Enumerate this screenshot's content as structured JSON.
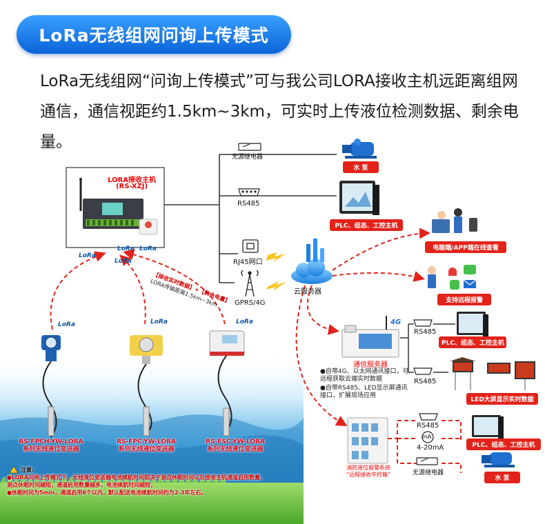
{
  "title": "LoRa无线组网问询上传模式",
  "intro": "LoRa无线组网“问询上传模式”可与我公司LORA接收主机远距离组网通信，通信视距约1.5km~3km，可实时上传液位检测数据、剩余电量。",
  "receiver": {
    "name": "LORA接收主机",
    "model": "(RS-XZJ)"
  },
  "outputs": {
    "relay": "无源继电器",
    "rs485": "RS485",
    "rj45": "RJ45网口",
    "gprs": "GPRS/4G"
  },
  "badges": {
    "pump": "水 泵",
    "plc": "PLC、组态、工控主机",
    "pc_app": "电脑端/APP端在线查看",
    "alarm": "支持远程报警",
    "led": "LED大屏显示实时数据",
    "plc2": "PLC、组态、工控主机",
    "plc3": "PLC、组态、工控主机",
    "pump2": "水 泵"
  },
  "cloud": "云服务器",
  "comm_server": {
    "name": "通信服务器",
    "badge_4g": "4G",
    "rs485_a": "RS485",
    "rs485_b": "RS485",
    "feature1": "●自带4G、以太网通讯接口，可远程获取云端实时数据",
    "feature2": "●自带RS485、LED显示屏通讯接口，扩展现场应用"
  },
  "alarm_cabinet": {
    "name": "消防液位报警系统\n“远程接收中控箱”",
    "rs485": "RS485",
    "ma_symbol": "mA",
    "ma_label": "4-20mA",
    "relay": "无源继电器"
  },
  "lora_link": {
    "label1": "【接收实时数据】+【剩余电量】",
    "label2": "LORA传输距离1.5km~3km"
  },
  "lora_logos": [
    "LoRa",
    "LoRa",
    "LoRa",
    "LoRa",
    "LoRa",
    "LoRa",
    "LoRa"
  ],
  "sensors": [
    {
      "model": "RS-FPCH-YW-LORA",
      "desc": "系列无线液位变送器"
    },
    {
      "model": "RS-FPC-YW-LORA",
      "desc": "系列无线液位变送器"
    },
    {
      "model": "RS-FSC-YW-LORA",
      "desc": "系列无线液位变送器"
    }
  ],
  "notes": {
    "title": "注意:",
    "line1": "●LORA问询上传模式下，无线液位变送器电池续航时间取决于测点休眠时间以及接收主机通道启用数量，测点休眠时间越短，通道启用数量越多，电池续航时间越短；",
    "line2": "●休眠时间为5min，通道启用6个以内，默认配送电池续航时间约为2-3年左右。"
  },
  "colors": {
    "accent_blue": "#0a63d8",
    "alert_red": "#e2231a",
    "line_dark": "#333333"
  }
}
